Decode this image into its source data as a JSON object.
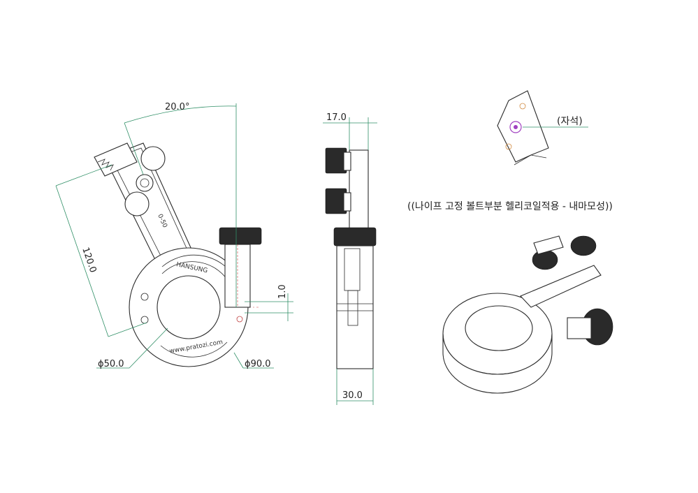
{
  "dimensions": {
    "angle": "20.0°",
    "length_main": "120.0",
    "offset": "1.0",
    "inner_diameter": "ϕ50.0",
    "outer_diameter": "ϕ90.0",
    "side_top": "17.0",
    "side_width": "30.0"
  },
  "engravings": {
    "brand": "HANSUNG",
    "website": "www.pratozi.com",
    "blade_label": "0-50"
  },
  "callouts": {
    "magnet": "(자석)",
    "note": "((나이프 고정 볼트부분 헬리코일적용 - 내마모성))"
  },
  "colors": {
    "dimension_line": "#2f8f66",
    "center_line": "#d04040",
    "outline": "#2a2a2a",
    "magnet_mark": "#a040c0"
  }
}
